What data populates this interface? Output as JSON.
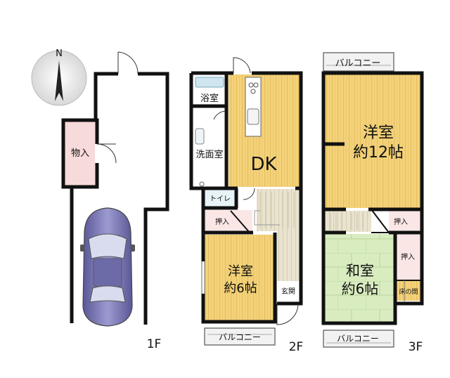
{
  "compass": {
    "north_label": "N"
  },
  "floors": {
    "f1": {
      "label": "1F",
      "rooms": {
        "storage": "物入"
      }
    },
    "f2": {
      "label": "2F",
      "rooms": {
        "bath": "浴室",
        "washroom": "洗面室",
        "dk": "DK",
        "toilet": "トイレ",
        "closet": "押入",
        "western_name": "洋室",
        "western_size": "約6帖",
        "entrance": "玄関",
        "balcony": "バルコニー"
      }
    },
    "f3": {
      "label": "3F",
      "rooms": {
        "balcony_top": "バルコニー",
        "western_name": "洋室",
        "western_size": "約12帖",
        "closet_a": "押入",
        "closet_b": "押入",
        "japanese_name": "和室",
        "japanese_size": "約6帖",
        "alcove": "床の間",
        "balcony_bottom": "バルコニー"
      }
    }
  },
  "colors": {
    "wood_floor": "#f3d27a",
    "wood_stripe": "#e6bd5c",
    "tatami": "#d9ecc0",
    "closet_pink": "#fbe6e6",
    "storage_pink": "#f7dada",
    "tile_blue": "#cfe6f0",
    "balcony_gray": "#f2f2f2",
    "wall": "#111111",
    "car_body": "#7b78b8"
  }
}
